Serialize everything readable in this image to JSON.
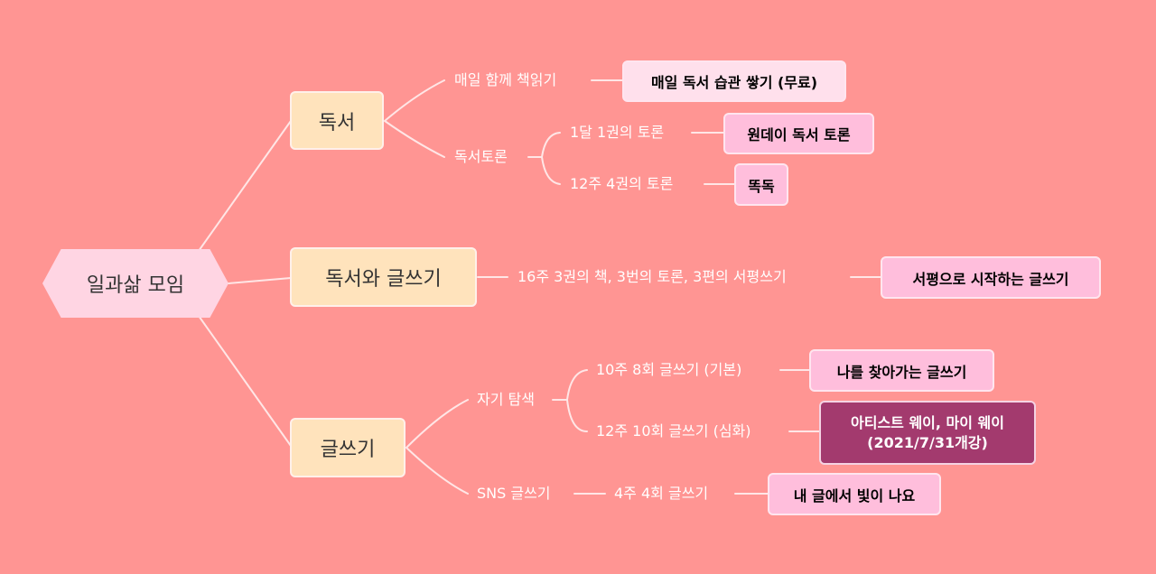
{
  "mindmap": {
    "center": "일과삶 모임",
    "branches": [
      {
        "label": "독서",
        "children": [
          {
            "label": "매일 함께 책읽기",
            "leaf": "매일 독서 습관 쌓기 (무료)"
          },
          {
            "label": "독서토론",
            "children": [
              {
                "label": "1달 1권의 토론",
                "leaf": "원데이 독서 토론"
              },
              {
                "label": "12주 4권의 토론",
                "leaf": "똑독"
              }
            ]
          }
        ]
      },
      {
        "label": "독서와 글쓰기",
        "children": [
          {
            "label": "16주 3권의 책, 3번의 토론, 3편의 서평쓰기",
            "leaf": "서평으로 시작하는 글쓰기"
          }
        ]
      },
      {
        "label": "글쓰기",
        "children": [
          {
            "label": "자기 탐색",
            "children": [
              {
                "label": "10주 8회 글쓰기 (기본)",
                "leaf": "나를 찾아가는 글쓰기"
              },
              {
                "label": "12주 10회 글쓰기 (심화)",
                "leaf_line1": "아티스트 웨이, 마이 웨이",
                "leaf_line2": "(2021/7/31개강)"
              }
            ]
          },
          {
            "label": "SNS 글쓰기",
            "children": [
              {
                "label": "4주 4회 글쓰기",
                "leaf": "내 글에서 빛이 나요"
              }
            ]
          }
        ]
      }
    ]
  }
}
